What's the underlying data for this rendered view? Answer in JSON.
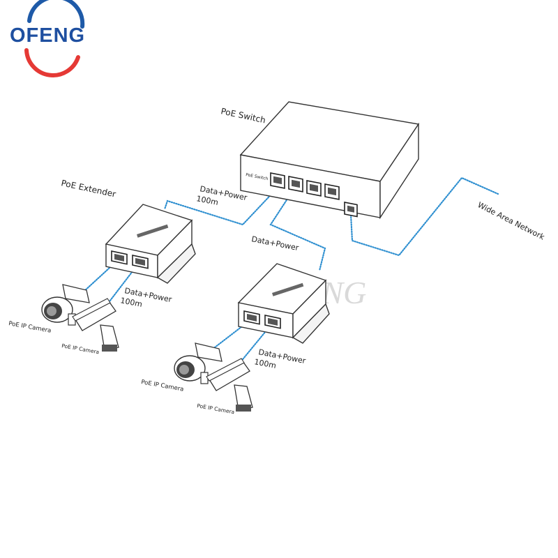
{
  "brand": {
    "logo_text": "OFENG",
    "watermark": "OFENG",
    "colors": {
      "ring_blue": "#1e5aa8",
      "ring_red": "#e53935",
      "text_blue": "#1e4fa0",
      "watermark": "#d9d9d9"
    }
  },
  "devices": {
    "switch_label": "PoE Switch",
    "switch_faceplate": "PoE Switch",
    "extender_label": "PoE Extender"
  },
  "cables": {
    "color": "#2e8fd0",
    "link_switch_ext1_a": "Data+Power",
    "link_switch_ext1_b": "100m",
    "link_switch_ext2": "Data+Power",
    "link_ext1_cam_a": "Data+Power",
    "link_ext1_cam_b": "100m",
    "link_ext2_cam_a": "Data+Power",
    "link_ext2_cam_b": "100m",
    "wan_label": "Wide Area Network"
  },
  "cameras": {
    "ext1_left": "PoE IP Camera",
    "ext1_right": "PoE IP Camera",
    "ext2_left": "PoE IP Camera",
    "ext2_right": "PoE IP Camera"
  }
}
